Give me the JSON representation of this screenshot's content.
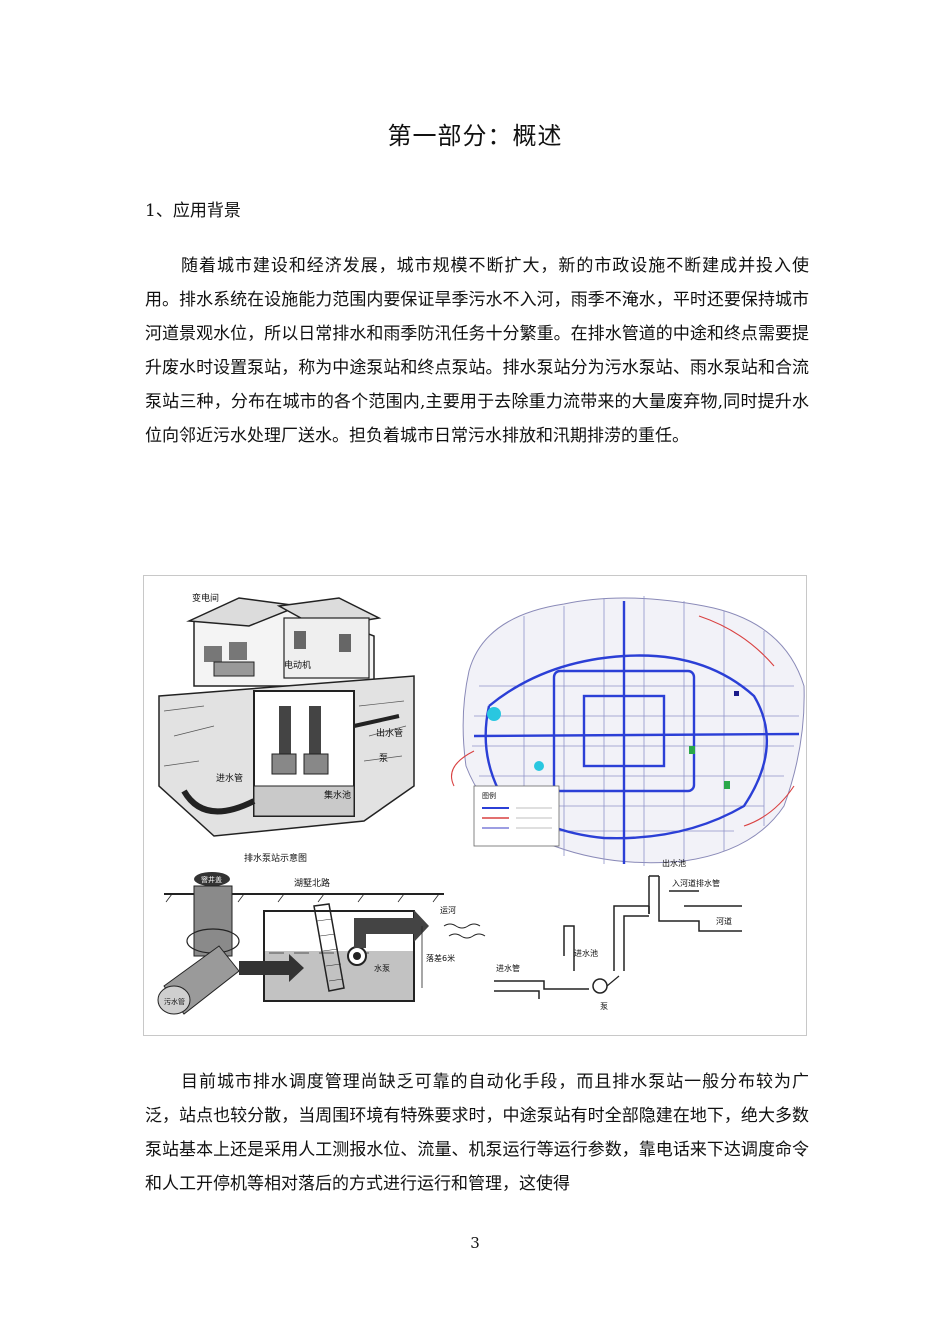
{
  "document": {
    "title": "第一部分：概述",
    "section_heading": "1、应用背景",
    "paragraphs": [
      "随着城市建设和经济发展，城市规模不断扩大，新的市政设施不断建成并投入使用。排水系统在设施能力范围内要保证旱季污水不入河，雨季不淹水，平时还要保持城市河道景观水位，所以日常排水和雨季防汛任务十分繁重。在排水管道的中途和终点需要提升废水时设置泵站，称为中途泵站和终点泵站。排水泵站分为污水泵站、雨水泵站和合流泵站三种，分布在城市的各个范围内,主要用于去除重力流带来的大量废弃物,同时提升水位向邻近污水处理厂送水。担负着城市日常污水排放和汛期排涝的重任。",
      "目前城市排水调度管理尚缺乏可靠的自动化手段，而且排水泵站一般分布较为广泛，站点也较分散，当周围环境有特殊要求时，中途泵站有时全部隐建在地下，绝大多数泵站基本上还是采用人工测报水位、流量、机泵运行等运行参数，靠电话来下达调度命令和人工开停机等相对落后的方式进行运行和管理，这使得"
    ],
    "page_number": "3"
  },
  "figure": {
    "station_diagram": {
      "labels": [
        "变电间",
        "电动机",
        "出水管",
        "泵",
        "进水管",
        "集水池",
        "排水泵站示意图"
      ]
    },
    "city_map": {
      "legend_title": "图例",
      "colors": {
        "main": "#2b3fd6",
        "secondary": "#7d7fd9",
        "red": "#d94040",
        "green": "#2aa84a",
        "cyan": "#29c7e0"
      }
    },
    "gravity_diagram": {
      "labels": [
        "窨井盖",
        "湖墅北路",
        "运河",
        "水泵",
        "落差6米",
        "污水管"
      ]
    },
    "pump_schematic": {
      "labels": [
        "出水池",
        "入河道排水管",
        "河道",
        "进水管",
        "进水池",
        "泵"
      ]
    }
  }
}
